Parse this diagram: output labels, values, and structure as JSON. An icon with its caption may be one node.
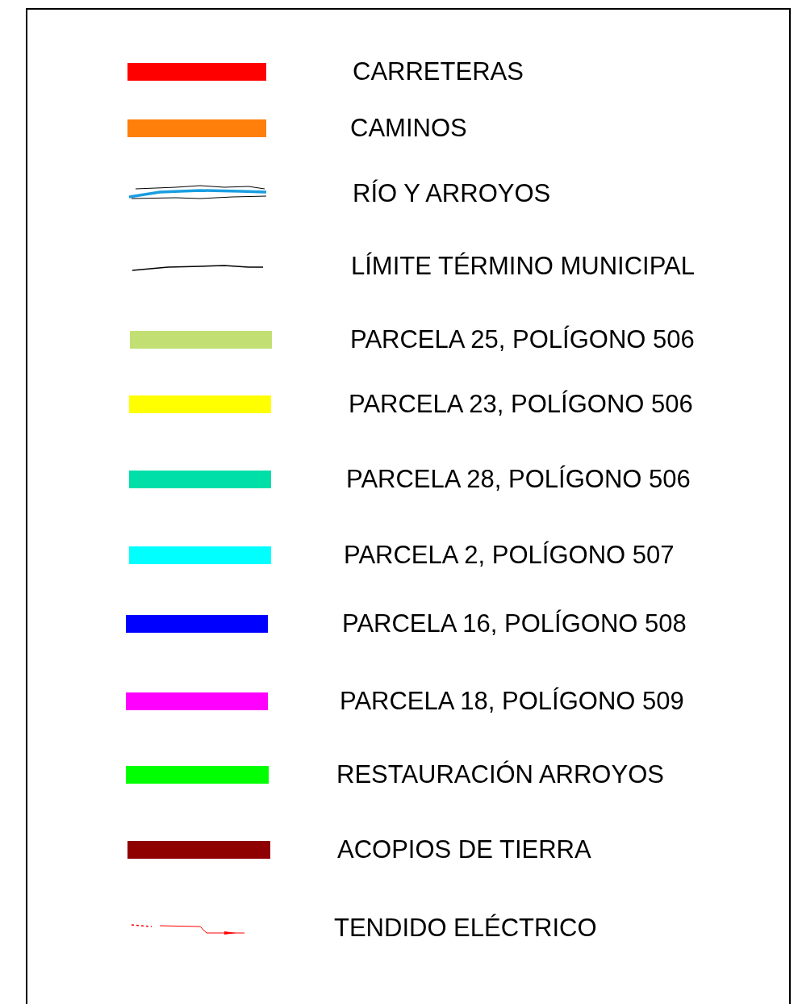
{
  "diagram": {
    "legend": [
      {
        "text": "CARRETERAS",
        "color": "#ff0000"
      },
      {
        "text": "CAMINOS",
        "color": "#ff7f0a"
      },
      {
        "text": "RÍO Y ARROYOS"
      },
      {
        "text": "LÍMITE TÉRMINO MUNICIPAL"
      },
      {
        "text": "PARCELA 25, POLÍGONO 506",
        "color": "#c2df73"
      },
      {
        "text": "PARCELA 23, POLÍGONO 506",
        "color": "#ffff00"
      },
      {
        "text": "PARCELA 28, POLÍGONO 506",
        "color": "#00dfa8"
      },
      {
        "text": "PARCELA 2, POLÍGONO 507",
        "color": "#00ffff"
      },
      {
        "text": "PARCELA 16, POLÍGONO 508",
        "color": "#0000ff"
      },
      {
        "text": "PARCELA 18, POLÍGONO 509",
        "color": "#ff00ff"
      },
      {
        "text": "RESTAURACIÓN ARROYOS",
        "color": "#00ff00"
      },
      {
        "text": "ACOPIOS DE TIERRA",
        "color": "#8f0000"
      },
      {
        "text": "TENDIDO ELÉCTRICO"
      }
    ]
  }
}
